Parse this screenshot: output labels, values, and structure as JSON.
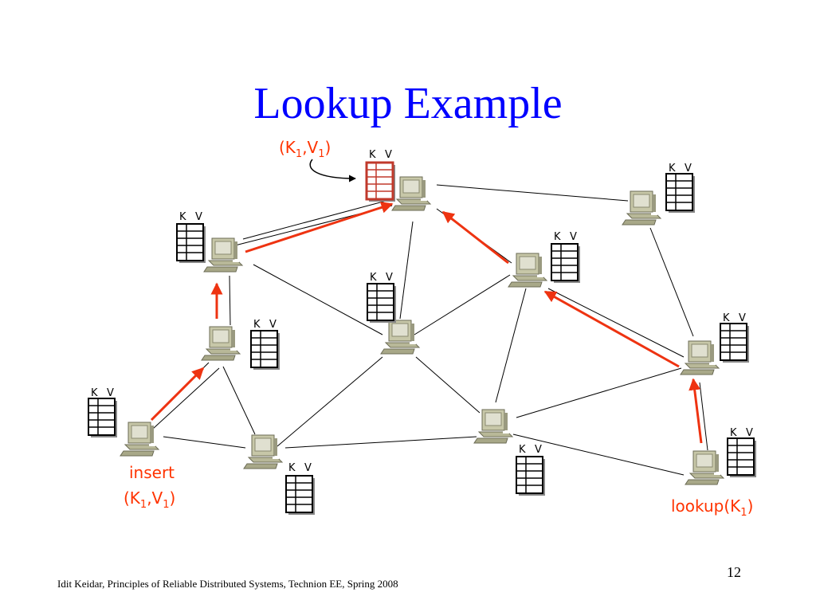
{
  "slide": {
    "title": "Lookup Example",
    "footer": "Idit Keidar, Principles of Reliable Distributed Systems, Technion EE, Spring 2008",
    "page_number": "12"
  },
  "table_header": {
    "k": "K",
    "v": "V"
  },
  "labels": {
    "key_value_top": {
      "main": "(K",
      "s1": "1",
      "mid": ",V",
      "s2": "1",
      "end": ")"
    },
    "insert_word": "insert",
    "insert_kv": {
      "main": "(K",
      "s1": "1",
      "mid": ",V",
      "s2": "1",
      "end": ")"
    },
    "lookup": {
      "main": "lookup(K",
      "s1": "1",
      "end": ")"
    }
  },
  "colors": {
    "title": "#0000ff",
    "arrow": "#ee3311",
    "label": "#ff3300",
    "computer": "#c7c7a8"
  },
  "icons": [
    "computer-icon",
    "kv-table-icon",
    "arrow"
  ]
}
